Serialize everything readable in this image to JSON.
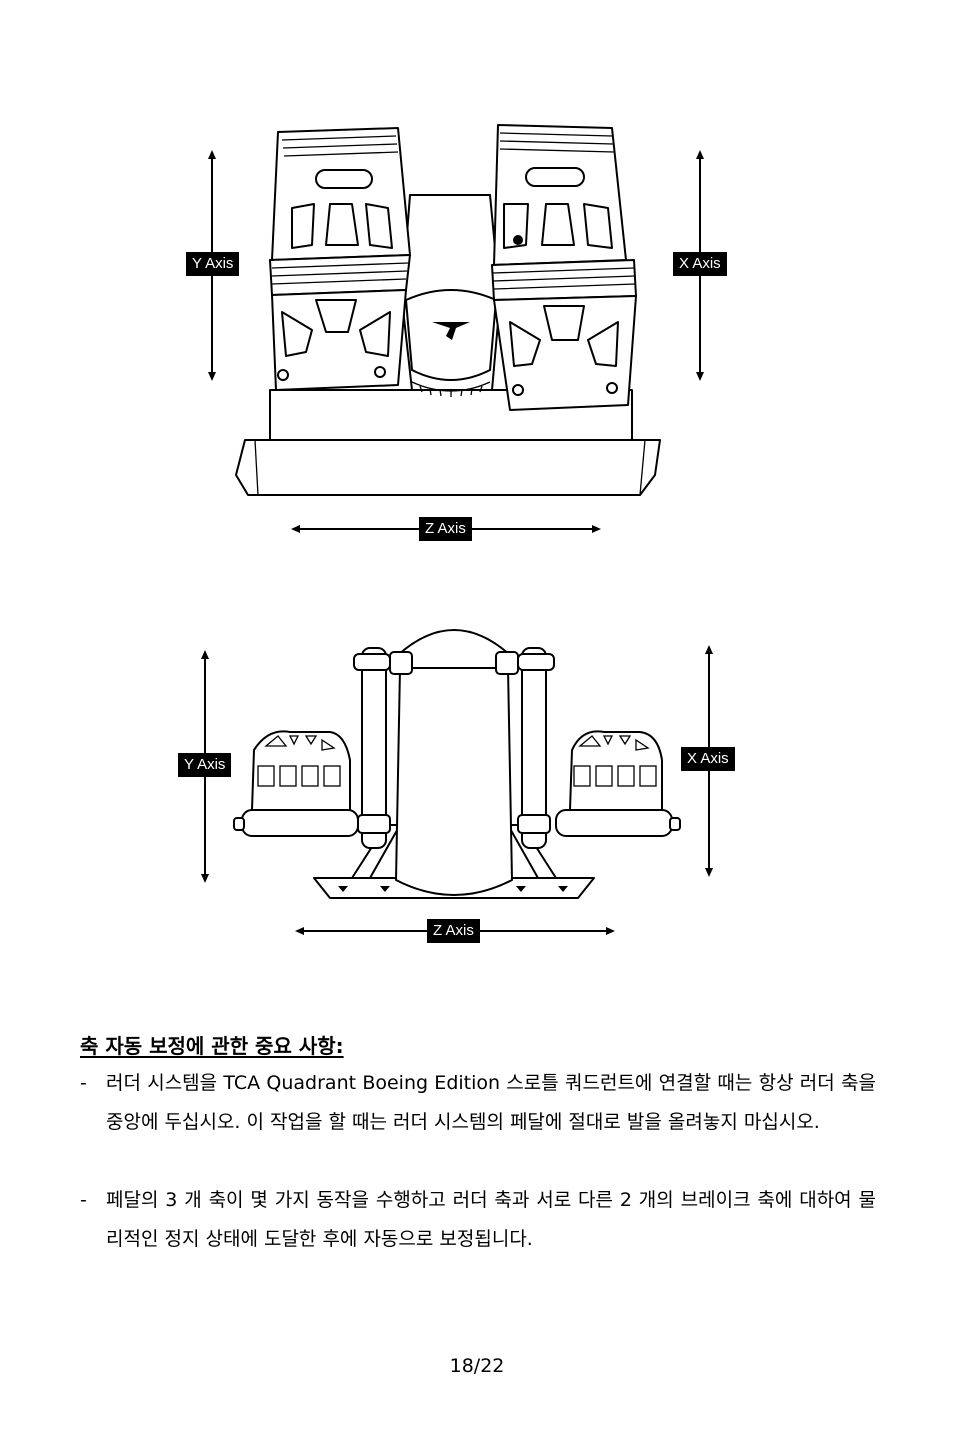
{
  "figure1": {
    "y_axis_label": "Y Axis",
    "x_axis_label": "X Axis",
    "z_axis_label": "Z Axis"
  },
  "figure2": {
    "y_axis_label": "Y Axis",
    "x_axis_label": "X Axis",
    "z_axis_label": "Z Axis"
  },
  "section": {
    "heading": "축 자동 보정에 관한 중요 사항:",
    "bullets": [
      {
        "dash": "-",
        "text": "러더 시스템을 TCA Quadrant Boeing Edition 스로틀 쿼드런트에 연결할 때는 항상 러더 축을 중앙에 두십시오. 이 작업을 할 때는 러더 시스템의 페달에 절대로 발을 올려놓지 마십시오."
      },
      {
        "dash": "-",
        "text": "페달의 3 개 축이 몇 가지 동작을 수행하고 러더 축과 서로 다른 2 개의 브레이크 축에 대하여 물리적인 정지 상태에 도달한 후에 자동으로 보정됩니다."
      }
    ]
  },
  "footer": {
    "page_number": "18/22"
  }
}
